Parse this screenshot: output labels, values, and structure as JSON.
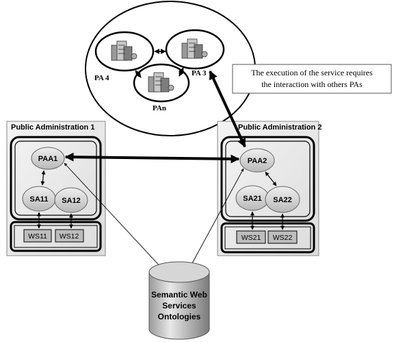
{
  "pa_cluster": {
    "pa4_label": "PA 4",
    "pa3_label": "PA 3",
    "pan_label": "PAn"
  },
  "note": {
    "line1": "The execution of the service requires",
    "line2": "the interaction with others PAs"
  },
  "admin1": {
    "title": "Public Administration 1",
    "paa": "PAA1",
    "sa_left": "SA11",
    "sa_right": "SA12",
    "ws_left": "WS11",
    "ws_right": "WS12"
  },
  "admin2": {
    "title": "Public Administration 2",
    "paa": "PAA2",
    "sa_left": "SA21",
    "sa_right": "SA22",
    "ws_left": "WS21",
    "ws_right": "WS22"
  },
  "database": {
    "line1": "Semantic Web",
    "line2": "Services",
    "line3": "Ontologies"
  },
  "colors": {
    "panel_fill": "#ececec",
    "ellipse_fill": "#d4d4d4",
    "ws_fill": "#bdbdbd",
    "cylinder_light": "#e6e6e6",
    "cylinder_dark": "#8c8c8c"
  }
}
